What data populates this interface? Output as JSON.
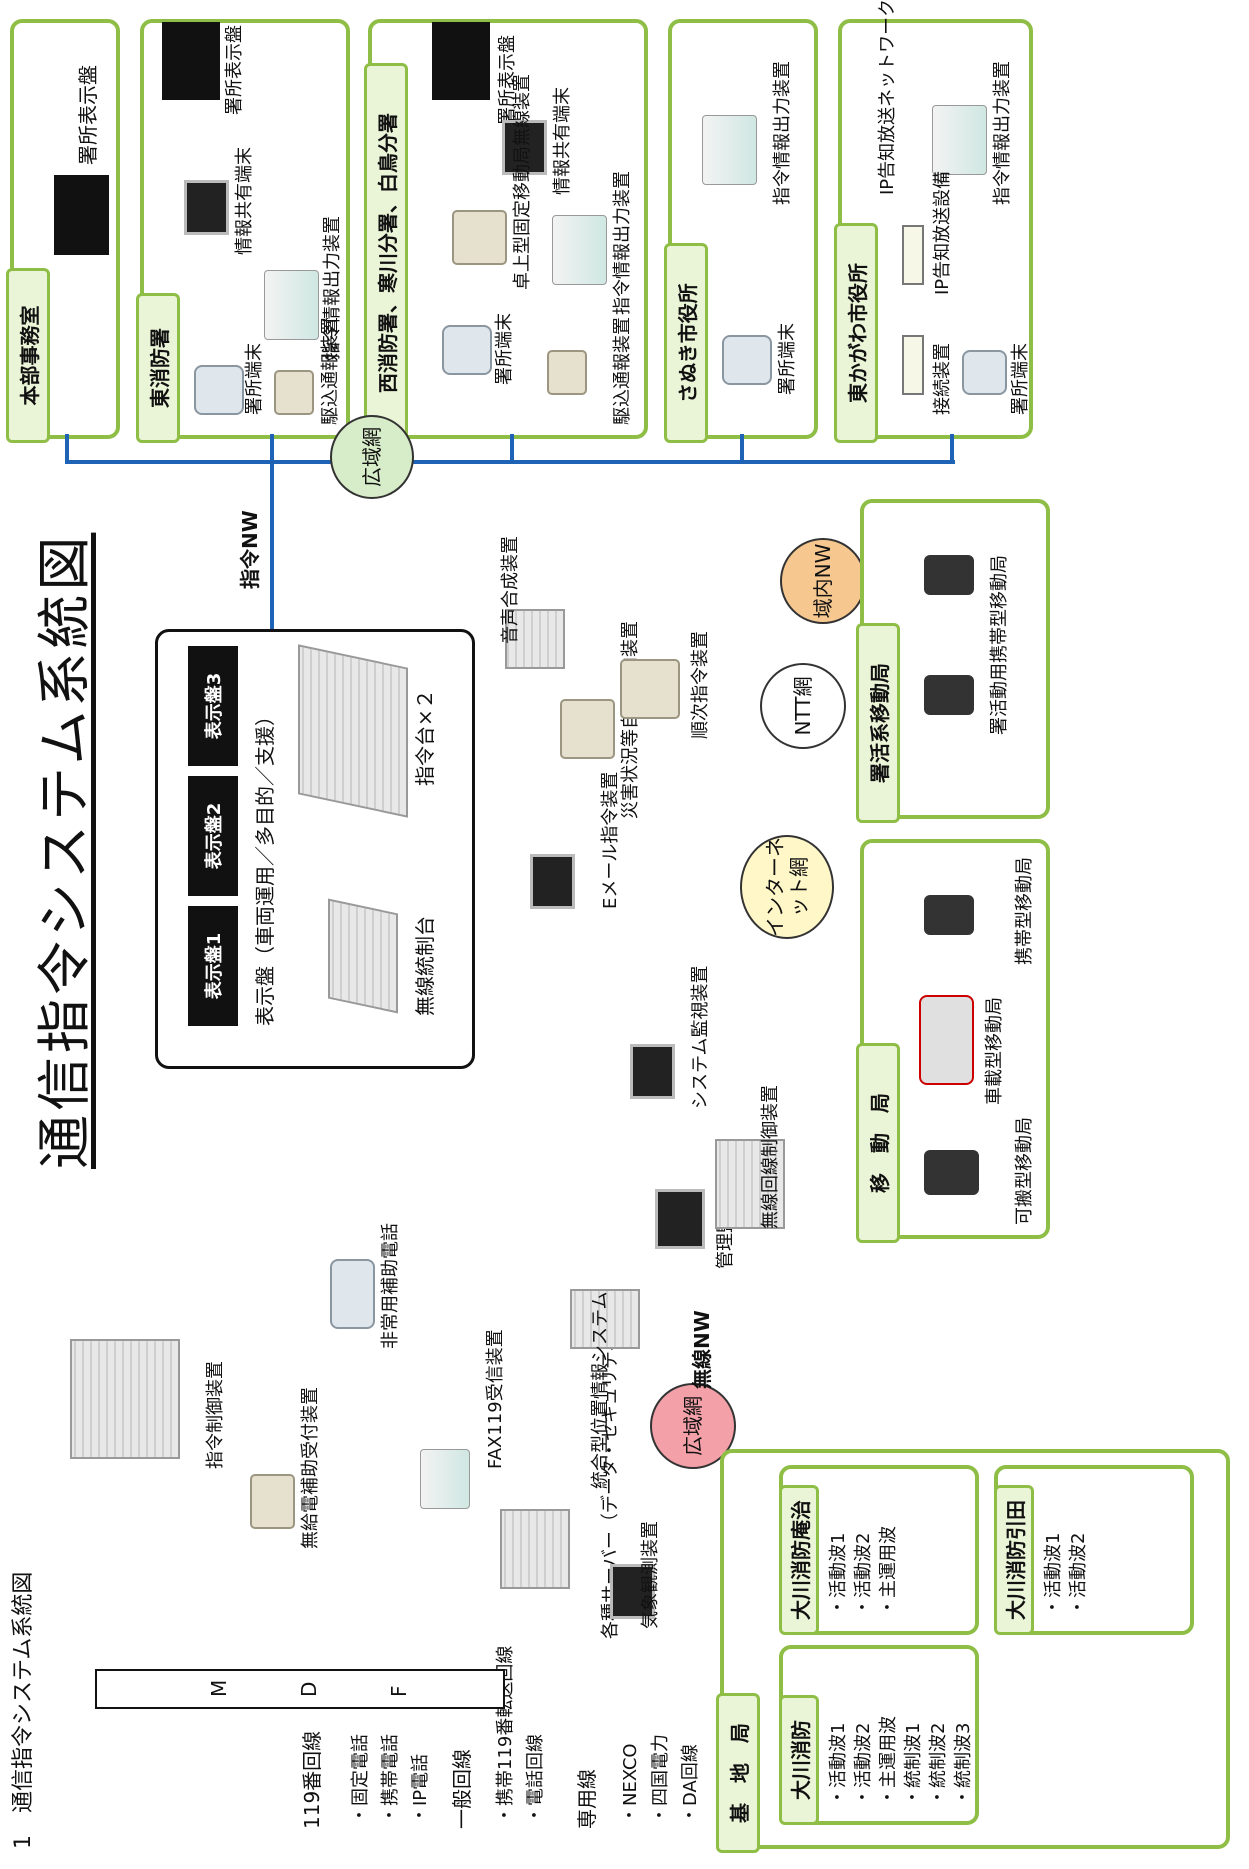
{
  "caption": "1　通信指令システム系統図",
  "title": "通信指令システム系統図",
  "sites": {
    "honbu": {
      "name": "本部事務室",
      "items": [
        "署所表示盤"
      ]
    },
    "higashi": {
      "name": "東消防署",
      "items": [
        "署所表示盤",
        "情報共有端末",
        "指令情報出力装置",
        "署所端末",
        "駆込通報装置"
      ]
    },
    "nishi": {
      "name": "西消防署、寒川分署、白鳥分署",
      "items": [
        "署所表示盤",
        "情報共有端末",
        "卓上型固定移動局無線装置",
        "指令情報出力装置",
        "署所端末",
        "駆込通報装置"
      ]
    },
    "sanuki": {
      "name": "さぬき市役所",
      "items": [
        "指令情報出力装置",
        "署所端末"
      ]
    },
    "higashikagawa": {
      "name": "東かがわ市役所",
      "items": [
        "IP告知放送ネットワークへ",
        "指令情報出力装置",
        "IP告知放送設備",
        "接続装置",
        "署所端末"
      ]
    }
  },
  "networks": {
    "koiki": "広域網",
    "shirei_nw": "指令NW",
    "ikinai_nw": "域内NW",
    "ntt": "NTT網",
    "internet": "インターネット網",
    "musen_nw": "無線NW",
    "koiki2": "広域網"
  },
  "center": {
    "displays": [
      "表示盤1",
      "表示盤2",
      "表示盤3"
    ],
    "display_caption": "表示盤（車両運用／多目的／支援）",
    "shireidai": "指令台×２",
    "musen_toseidai": "無線統制台"
  },
  "equipment": {
    "onsei": "音声合成装置",
    "saigai": "災害状況等自動案内装置",
    "junji": "順次指令装置",
    "email": "Eメール指令装置",
    "system_kanshi": "システム監視装置",
    "kanri": "管理監視制御卓",
    "musen_kaisen": "無線回線制御装置",
    "togo": "統合型位置情報システム",
    "fax": "FAX119受信装置",
    "server": "各種サーバー（データ・セキュリティ等）",
    "kisho": "気象観測装置",
    "shirei_seigyo": "指令制御装置",
    "mukyuden": "無給電補助受付装置",
    "hijo": "非常用補助電話"
  },
  "lines": {
    "l119": "119番回線",
    "l119_items": [
      "・固定電話",
      "・携帯電話",
      "・IP電話"
    ],
    "ippan": "一般回線",
    "ippan_items": [
      "・携帯119番転送回線",
      "・電話回線"
    ],
    "senyo": "専用線",
    "senyo_items": [
      "・NEXCO",
      "・四国電力",
      "・DA回線"
    ],
    "mdf": [
      "M",
      "D",
      "F"
    ]
  },
  "mobile": {
    "shokatsu": {
      "name": "署活系移動局",
      "items": [
        "署活動用携帯型移動局"
      ]
    },
    "ido": {
      "name": "移　動　局",
      "items": [
        "可搬型移動局",
        "車載型移動局",
        "携帯型移動局"
      ]
    }
  },
  "kichi": {
    "name": "基　地　局",
    "okawa": {
      "name": "大川消防",
      "items": [
        "・活動波1",
        "・活動波2",
        "・主運用波",
        "・統制波1",
        "・統制波2",
        "・統制波3"
      ]
    },
    "anji": {
      "name": "大川消防庵治",
      "items": [
        "・活動波1",
        "・活動波2",
        "・主運用波"
      ]
    },
    "hiketa": {
      "name": "大川消防引田",
      "items": [
        "・活動波1",
        "・活動波2"
      ]
    }
  },
  "colors": {
    "green": "#8fbe46",
    "blue": "#1e63b5",
    "red": "#e02020",
    "orange": "#f0a050",
    "koiki_green": "#d7ecc8",
    "koiki_red": "#f4a0a8"
  }
}
